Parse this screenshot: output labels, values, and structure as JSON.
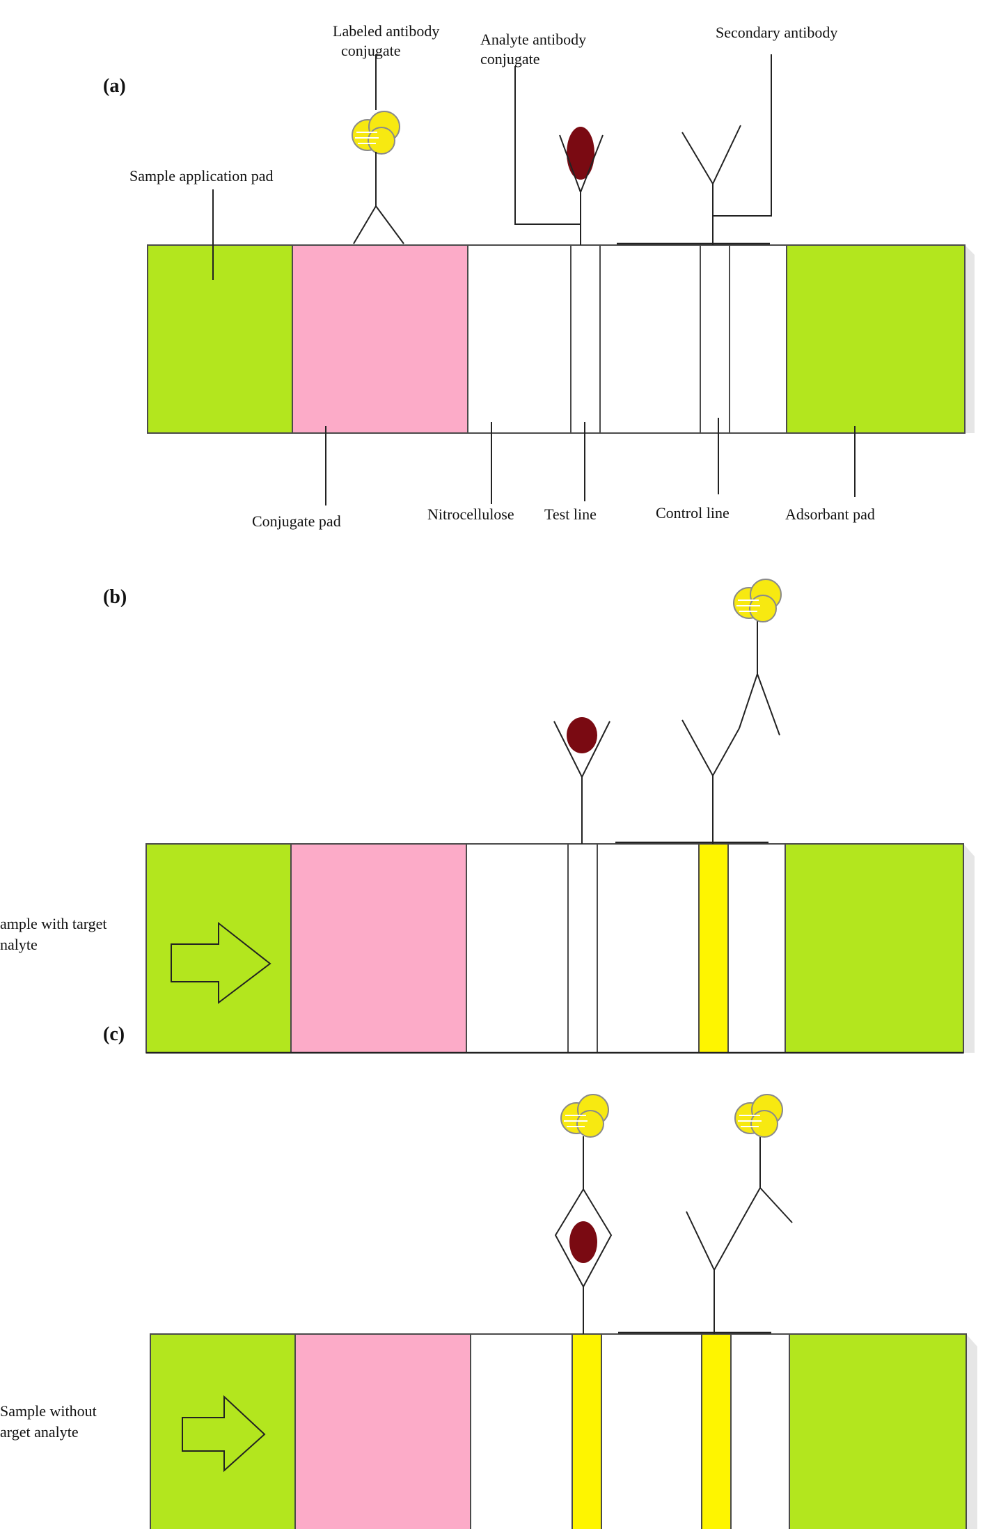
{
  "colors": {
    "sample_pad": "#b3e61e",
    "conjugate_pad": "#fcabc8",
    "nitrocellulose": "#ffffff",
    "positive_line": "#fef500",
    "analyte": "#7a0a12",
    "gold": "#f7e911",
    "outline": "#333333"
  },
  "icons": {
    "antibody": "y-shape-antibody-icon",
    "label": "gold-nanoparticle-cluster-icon",
    "analyte": "analyte-drop-icon",
    "flow": "right-arrow-icon"
  },
  "panels": {
    "a": {
      "tag": "(a)",
      "labels": {
        "labeled_antibody": [
          "Labeled antibody",
          "conjugate"
        ],
        "analyte_antibody": [
          "Analyte antibody",
          "conjugate"
        ],
        "secondary_antibody": "Secondary antibody",
        "sample_pad": "Sample application pad",
        "conjugate_pad": "Conjugate pad",
        "nitrocellulose": "Nitrocellulose",
        "test_line": "Test line",
        "control_line": "Control line",
        "adsorbant_pad": "Adsorbant pad"
      }
    },
    "b": {
      "tag": "(b)",
      "side_label": [
        "ample with target",
        "nalyte"
      ],
      "test_line_colored": false,
      "control_line_colored": true
    },
    "c": {
      "tag": "(c)",
      "side_label": [
        "Sample without",
        "arget analyte"
      ],
      "test_line_colored": true,
      "control_line_colored": true
    }
  }
}
